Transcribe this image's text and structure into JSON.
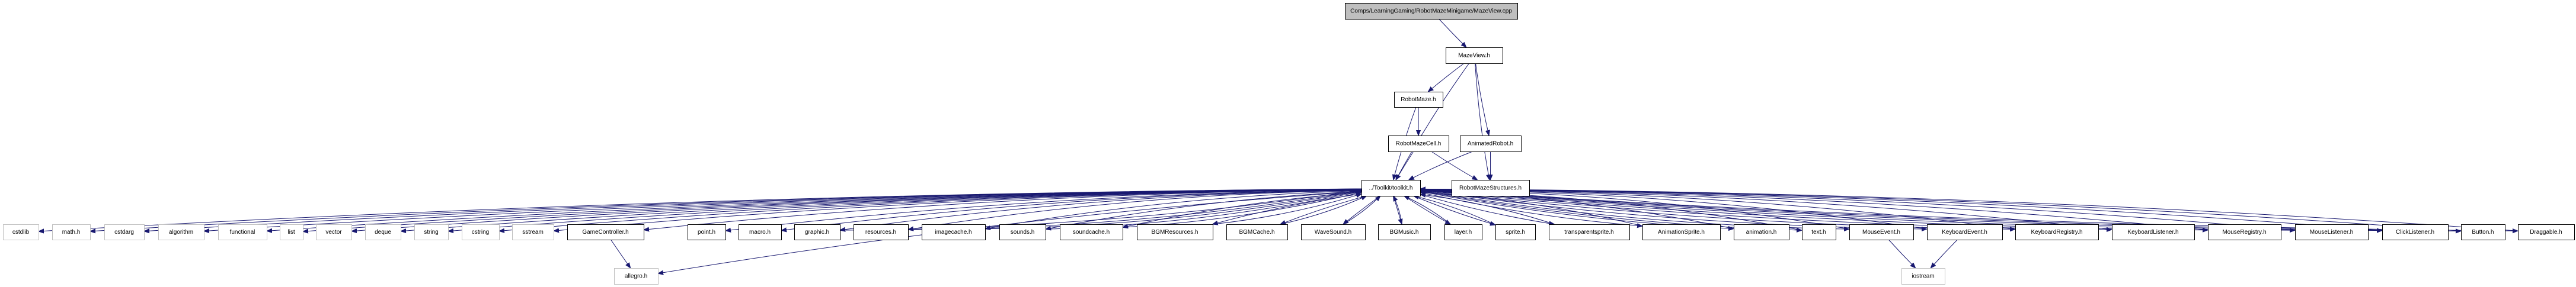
{
  "graph": {
    "title": "Comps/LearningGaming/RobotMazeMinigame/MazeView.cpp",
    "edge_color": "#191970",
    "root_fill": "#bfbfbf",
    "system_border": "#bfbfbf",
    "nodes": [
      {
        "id": "root",
        "label": "Comps/LearningGaming/RobotMazeMinigame/MazeView.cpp",
        "kind": "root"
      },
      {
        "id": "mazeview_h",
        "label": "MazeView.h",
        "kind": "project"
      },
      {
        "id": "robotmaze_h",
        "label": "RobotMaze.h",
        "kind": "project"
      },
      {
        "id": "robotmazecell_h",
        "label": "RobotMazeCell.h",
        "kind": "project"
      },
      {
        "id": "animatedrobot_h",
        "label": "AnimatedRobot.h",
        "kind": "project"
      },
      {
        "id": "toolkit_h",
        "label": "../Toolkit/toolkit.h",
        "kind": "project"
      },
      {
        "id": "robotmazestructures_h",
        "label": "RobotMazeStructures.h",
        "kind": "project"
      },
      {
        "id": "cstdlib",
        "label": "cstdlib",
        "kind": "system"
      },
      {
        "id": "math_h",
        "label": "math.h",
        "kind": "system"
      },
      {
        "id": "cstdarg",
        "label": "cstdarg",
        "kind": "system"
      },
      {
        "id": "algorithm",
        "label": "algorithm",
        "kind": "system"
      },
      {
        "id": "functional",
        "label": "functional",
        "kind": "system"
      },
      {
        "id": "list",
        "label": "list",
        "kind": "system"
      },
      {
        "id": "vector",
        "label": "vector",
        "kind": "system"
      },
      {
        "id": "deque",
        "label": "deque",
        "kind": "system"
      },
      {
        "id": "string",
        "label": "string",
        "kind": "system"
      },
      {
        "id": "cstring",
        "label": "cstring",
        "kind": "system"
      },
      {
        "id": "sstream",
        "label": "sstream",
        "kind": "system"
      },
      {
        "id": "gamecontroller_h",
        "label": "GameController.h",
        "kind": "project"
      },
      {
        "id": "allegro_h",
        "label": "allegro.h",
        "kind": "system"
      },
      {
        "id": "point_h",
        "label": "point.h",
        "kind": "project"
      },
      {
        "id": "macro_h",
        "label": "macro.h",
        "kind": "project"
      },
      {
        "id": "graphic_h",
        "label": "graphic.h",
        "kind": "project"
      },
      {
        "id": "resources_h",
        "label": "resources.h",
        "kind": "project"
      },
      {
        "id": "imagecache_h",
        "label": "imagecache.h",
        "kind": "project"
      },
      {
        "id": "sounds_h",
        "label": "sounds.h",
        "kind": "project"
      },
      {
        "id": "soundcache_h",
        "label": "soundcache.h",
        "kind": "project"
      },
      {
        "id": "bgmresources_h",
        "label": "BGMResources.h",
        "kind": "project"
      },
      {
        "id": "bgmcache_h",
        "label": "BGMCache.h",
        "kind": "project"
      },
      {
        "id": "wavesound_h",
        "label": "WaveSound.h",
        "kind": "project"
      },
      {
        "id": "bgmusic_h",
        "label": "BGMusic.h",
        "kind": "project"
      },
      {
        "id": "layer_h",
        "label": "layer.h",
        "kind": "project"
      },
      {
        "id": "sprite_h",
        "label": "sprite.h",
        "kind": "project"
      },
      {
        "id": "transparentsprite_h",
        "label": "transparentsprite.h",
        "kind": "project"
      },
      {
        "id": "animationsprite_h",
        "label": "AnimationSprite.h",
        "kind": "project"
      },
      {
        "id": "animation_h",
        "label": "animation.h",
        "kind": "project"
      },
      {
        "id": "text_h",
        "label": "text.h",
        "kind": "project"
      },
      {
        "id": "mouseevent_h",
        "label": "MouseEvent.h",
        "kind": "project"
      },
      {
        "id": "keyboardevent_h",
        "label": "KeyboardEvent.h",
        "kind": "project"
      },
      {
        "id": "iostream",
        "label": "iostream",
        "kind": "system"
      },
      {
        "id": "keyboardregistry_h",
        "label": "KeyboardRegistry.h",
        "kind": "project"
      },
      {
        "id": "keyboardlistener_h",
        "label": "KeyboardListener.h",
        "kind": "project"
      },
      {
        "id": "mouseregistry_h",
        "label": "MouseRegistry.h",
        "kind": "project"
      },
      {
        "id": "mouselistener_h",
        "label": "MouseListener.h",
        "kind": "project"
      },
      {
        "id": "clicklistener_h",
        "label": "ClickListener.h",
        "kind": "project"
      },
      {
        "id": "button_h",
        "label": "Button.h",
        "kind": "project"
      },
      {
        "id": "draggable_h",
        "label": "Draggable.h",
        "kind": "project"
      }
    ],
    "edges": [
      [
        "root",
        "mazeview_h"
      ],
      [
        "mazeview_h",
        "robotmaze_h"
      ],
      [
        "mazeview_h",
        "toolkit_h"
      ],
      [
        "mazeview_h",
        "animatedrobot_h"
      ],
      [
        "mazeview_h",
        "robotmazestructures_h"
      ],
      [
        "robotmaze_h",
        "robotmazecell_h"
      ],
      [
        "robotmaze_h",
        "toolkit_h"
      ],
      [
        "robotmazecell_h",
        "toolkit_h"
      ],
      [
        "robotmazecell_h",
        "robotmazestructures_h"
      ],
      [
        "animatedrobot_h",
        "toolkit_h"
      ],
      [
        "animatedrobot_h",
        "robotmazestructures_h"
      ],
      [
        "toolkit_h",
        "cstdlib"
      ],
      [
        "toolkit_h",
        "math_h"
      ],
      [
        "toolkit_h",
        "cstdarg"
      ],
      [
        "toolkit_h",
        "algorithm"
      ],
      [
        "toolkit_h",
        "functional"
      ],
      [
        "toolkit_h",
        "list"
      ],
      [
        "toolkit_h",
        "vector"
      ],
      [
        "toolkit_h",
        "deque"
      ],
      [
        "toolkit_h",
        "string"
      ],
      [
        "toolkit_h",
        "cstring"
      ],
      [
        "toolkit_h",
        "sstream"
      ],
      [
        "toolkit_h",
        "gamecontroller_h"
      ],
      [
        "toolkit_h",
        "allegro_h"
      ],
      [
        "gamecontroller_h",
        "allegro_h"
      ],
      [
        "toolkit_h",
        "point_h"
      ],
      [
        "toolkit_h",
        "macro_h"
      ],
      [
        "toolkit_h",
        "graphic_h"
      ],
      [
        "graphic_h",
        "toolkit_h"
      ],
      [
        "toolkit_h",
        "resources_h"
      ],
      [
        "resources_h",
        "toolkit_h"
      ],
      [
        "toolkit_h",
        "imagecache_h"
      ],
      [
        "imagecache_h",
        "toolkit_h"
      ],
      [
        "toolkit_h",
        "sounds_h"
      ],
      [
        "sounds_h",
        "toolkit_h"
      ],
      [
        "toolkit_h",
        "soundcache_h"
      ],
      [
        "soundcache_h",
        "toolkit_h"
      ],
      [
        "toolkit_h",
        "bgmresources_h"
      ],
      [
        "bgmresources_h",
        "toolkit_h"
      ],
      [
        "toolkit_h",
        "bgmcache_h"
      ],
      [
        "bgmcache_h",
        "toolkit_h"
      ],
      [
        "toolkit_h",
        "wavesound_h"
      ],
      [
        "wavesound_h",
        "toolkit_h"
      ],
      [
        "toolkit_h",
        "bgmusic_h"
      ],
      [
        "bgmusic_h",
        "toolkit_h"
      ],
      [
        "toolkit_h",
        "layer_h"
      ],
      [
        "layer_h",
        "toolkit_h"
      ],
      [
        "toolkit_h",
        "sprite_h"
      ],
      [
        "sprite_h",
        "toolkit_h"
      ],
      [
        "toolkit_h",
        "transparentsprite_h"
      ],
      [
        "transparentsprite_h",
        "toolkit_h"
      ],
      [
        "toolkit_h",
        "animationsprite_h"
      ],
      [
        "animationsprite_h",
        "toolkit_h"
      ],
      [
        "toolkit_h",
        "animation_h"
      ],
      [
        "animation_h",
        "toolkit_h"
      ],
      [
        "toolkit_h",
        "text_h"
      ],
      [
        "text_h",
        "toolkit_h"
      ],
      [
        "toolkit_h",
        "mouseevent_h"
      ],
      [
        "mouseevent_h",
        "toolkit_h"
      ],
      [
        "mouseevent_h",
        "iostream"
      ],
      [
        "toolkit_h",
        "keyboardevent_h"
      ],
      [
        "keyboardevent_h",
        "toolkit_h"
      ],
      [
        "keyboardevent_h",
        "iostream"
      ],
      [
        "toolkit_h",
        "keyboardregistry_h"
      ],
      [
        "keyboardregistry_h",
        "toolkit_h"
      ],
      [
        "toolkit_h",
        "keyboardlistener_h"
      ],
      [
        "keyboardlistener_h",
        "toolkit_h"
      ],
      [
        "toolkit_h",
        "mouseregistry_h"
      ],
      [
        "mouseregistry_h",
        "toolkit_h"
      ],
      [
        "toolkit_h",
        "mouselistener_h"
      ],
      [
        "mouselistener_h",
        "toolkit_h"
      ],
      [
        "toolkit_h",
        "clicklistener_h"
      ],
      [
        "clicklistener_h",
        "toolkit_h"
      ],
      [
        "toolkit_h",
        "button_h"
      ],
      [
        "button_h",
        "toolkit_h"
      ],
      [
        "toolkit_h",
        "draggable_h"
      ],
      [
        "draggable_h",
        "toolkit_h"
      ]
    ]
  }
}
